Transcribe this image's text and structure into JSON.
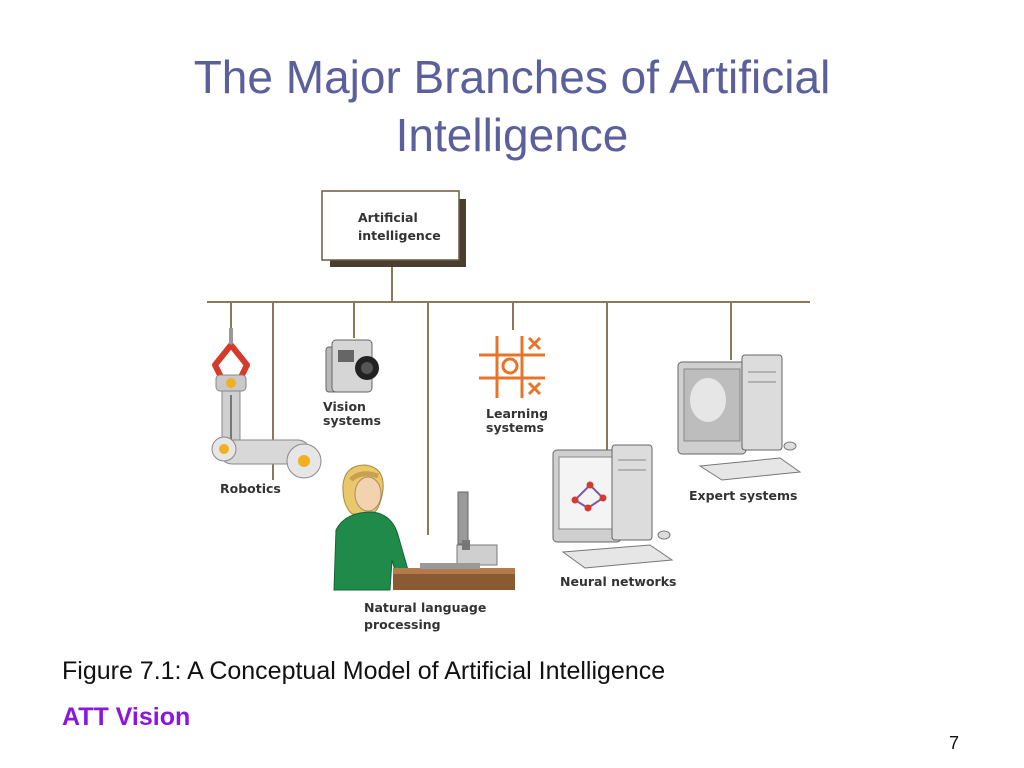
{
  "slide": {
    "title_line1": "The Major Branches of Artificial",
    "title_line2": "Intelligence",
    "caption": "Figure 7.1: A Conceptual Model of Artificial Intelligence",
    "source": "ATT Vision",
    "page_number": "7"
  },
  "diagram": {
    "root": {
      "line1": "Artificial",
      "line2": "intelligence"
    },
    "branches": {
      "robotics": "Robotics",
      "vision": {
        "line1": "Vision",
        "line2": "systems"
      },
      "learning": {
        "line1": "Learning",
        "line2": "systems"
      },
      "nlp": {
        "line1": "Natural language",
        "line2": "processing"
      },
      "neural": "Neural networks",
      "expert": "Expert systems"
    }
  },
  "colors": {
    "title": "#5b5f9b",
    "source": "#8b16e0",
    "connector": "#8a7a5a",
    "learning_icon": "#e8742a",
    "robot_red": "#d63a2a",
    "shirt_green": "#1f8a4a"
  }
}
